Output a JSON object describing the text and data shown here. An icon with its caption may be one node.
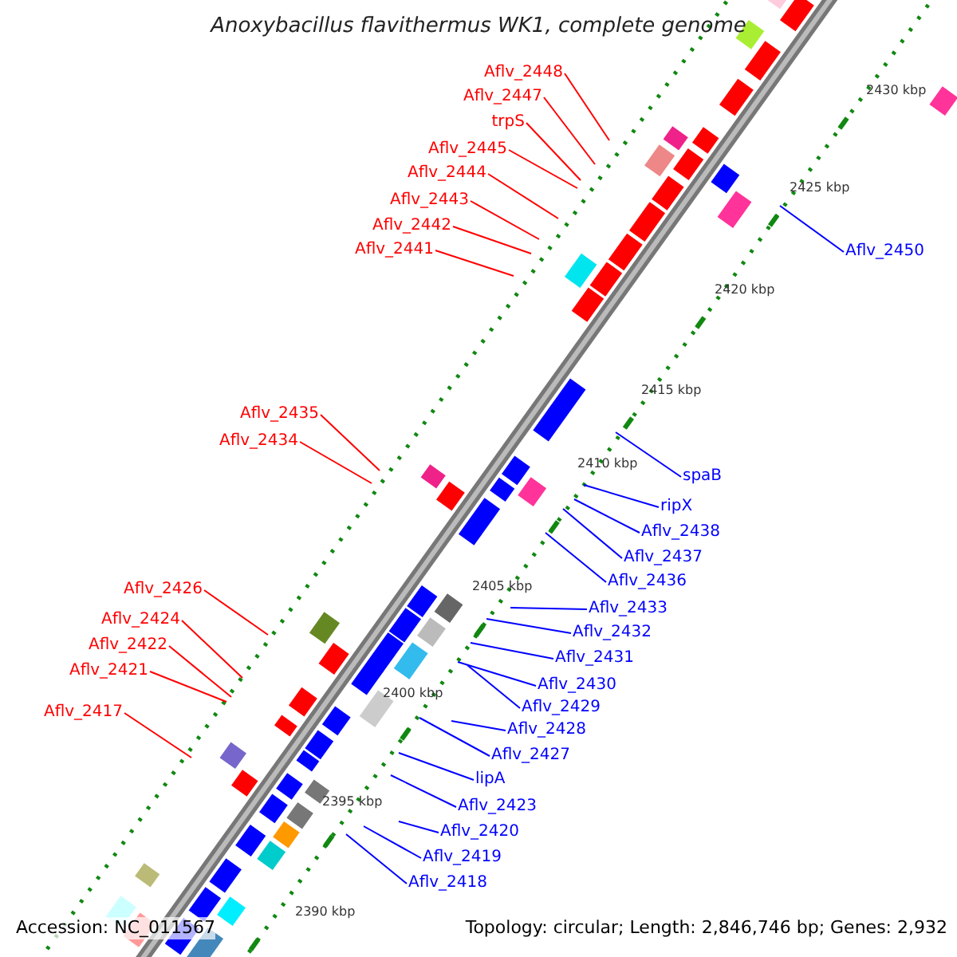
{
  "diagram": {
    "title": "Anoxybacillus flavithermus WK1, complete genome",
    "nodes": [
      {
        "text": [
          "Aflv_2448"
        ]
      },
      {
        "text": [
          "Aflv_2447"
        ]
      },
      {
        "text": [
          "trpS"
        ]
      },
      {
        "text": [
          "Aflv_2445"
        ]
      },
      {
        "text": [
          "Aflv_2444"
        ]
      },
      {
        "text": [
          "Aflv_2443"
        ]
      },
      {
        "text": [
          "Aflv_2442"
        ]
      },
      {
        "text": [
          "Aflv_2441"
        ]
      },
      {
        "text": [
          "Aflv_2450"
        ]
      },
      {
        "text": [
          "Aflv_2435"
        ]
      },
      {
        "text": [
          "Aflv_2434"
        ]
      },
      {
        "text": [
          "spaB"
        ]
      },
      {
        "text": [
          "ripX"
        ]
      },
      {
        "text": [
          "Aflv_2438"
        ]
      },
      {
        "text": [
          "Aflv_2437"
        ]
      },
      {
        "text": [
          "Aflv_2436"
        ]
      },
      {
        "text": [
          "Aflv_2426"
        ]
      },
      {
        "text": [
          "Aflv_2433"
        ]
      },
      {
        "text": [
          "Aflv_2424"
        ]
      },
      {
        "text": [
          "Aflv_2432"
        ]
      },
      {
        "text": [
          "Aflv_2422"
        ]
      },
      {
        "text": [
          "Aflv_2431"
        ]
      },
      {
        "text": [
          "Aflv_2421"
        ]
      },
      {
        "text": [
          "Aflv_2430"
        ]
      },
      {
        "text": [
          "Aflv_2429"
        ]
      },
      {
        "text": [
          "Aflv_2417"
        ]
      },
      {
        "text": [
          "Aflv_2428"
        ]
      },
      {
        "text": [
          "Aflv_2427"
        ]
      },
      {
        "text": [
          "lipA"
        ]
      },
      {
        "text": [
          "Aflv_2423"
        ]
      },
      {
        "text": [
          "Aflv_2420"
        ]
      },
      {
        "text": [
          "Aflv_2419"
        ]
      },
      {
        "text": [
          "Aflv_2418"
        ]
      }
    ],
    "edges": [
      {
        "from": 0,
        "to": null,
        "arrow": "none",
        "color": "#ff0000"
      },
      {
        "from": 1,
        "to": null,
        "arrow": "none",
        "color": "#ff0000"
      },
      {
        "from": 2,
        "to": null,
        "arrow": "none",
        "color": "#ff0000"
      },
      {
        "from": 3,
        "to": null,
        "arrow": "none",
        "color": "#ff0000"
      },
      {
        "from": 4,
        "to": null,
        "arrow": "none",
        "color": "#ff0000"
      },
      {
        "from": 5,
        "to": null,
        "arrow": "none",
        "color": "#ff0000"
      },
      {
        "from": 6,
        "to": null,
        "arrow": "none",
        "color": "#ff0000"
      },
      {
        "from": 7,
        "to": null,
        "arrow": "none",
        "color": "#ff0000"
      },
      {
        "from": 8,
        "to": null,
        "arrow": "none"
      },
      {
        "from": 9,
        "to": null,
        "arrow": "none",
        "color": "#ff0000"
      },
      {
        "from": 10,
        "to": null,
        "arrow": "none",
        "color": "#ff0000"
      },
      {
        "from": 11,
        "to": null,
        "arrow": "none"
      },
      {
        "from": 12,
        "to": null,
        "arrow": "none"
      },
      {
        "from": 13,
        "to": null,
        "arrow": "none"
      },
      {
        "from": 14,
        "to": null,
        "arrow": "none"
      },
      {
        "from": 15,
        "to": null,
        "arrow": "none"
      },
      {
        "from": 16,
        "to": null,
        "arrow": "none",
        "color": "#ff0000"
      },
      {
        "from": 17,
        "to": null,
        "arrow": "none"
      },
      {
        "from": 18,
        "to": null,
        "arrow": "none",
        "color": "#ff0000"
      },
      {
        "from": 19,
        "to": null,
        "arrow": "none"
      },
      {
        "from": 20,
        "to": null,
        "arrow": "none",
        "color": "#ff0000"
      },
      {
        "from": 21,
        "to": null,
        "arrow": "none"
      },
      {
        "from": 22,
        "to": null,
        "arrow": "none",
        "color": "#ff0000"
      },
      {
        "from": 23,
        "to": null,
        "arrow": "none"
      },
      {
        "from": 24,
        "to": null,
        "arrow": "none"
      },
      {
        "from": 25,
        "to": null,
        "arrow": "none",
        "color": "#ff0000"
      },
      {
        "from": 26,
        "to": null,
        "arrow": "none"
      },
      {
        "from": 27,
        "to": null,
        "arrow": "none"
      },
      {
        "from": 28,
        "to": null,
        "arrow": "none"
      },
      {
        "from": 29,
        "to": null,
        "arrow": "none"
      },
      {
        "from": 30,
        "to": null,
        "arrow": "none"
      },
      {
        "from": 31,
        "to": null,
        "arrow": "none"
      },
      {
        "from": 32,
        "to": null,
        "arrow": "none"
      }
    ],
    "labels": [
      "2430 kbp",
      "2425 kbp",
      "2420 kbp",
      "2415 kbp",
      "2410 kbp",
      "2405 kbp",
      "2400 kbp",
      "2395 kbp",
      "2390 kbp",
      "Accession: NC_011567",
      "Topology: circular; Length: 2,846,746 bp; Genes: 2,932"
    ]
  }
}
